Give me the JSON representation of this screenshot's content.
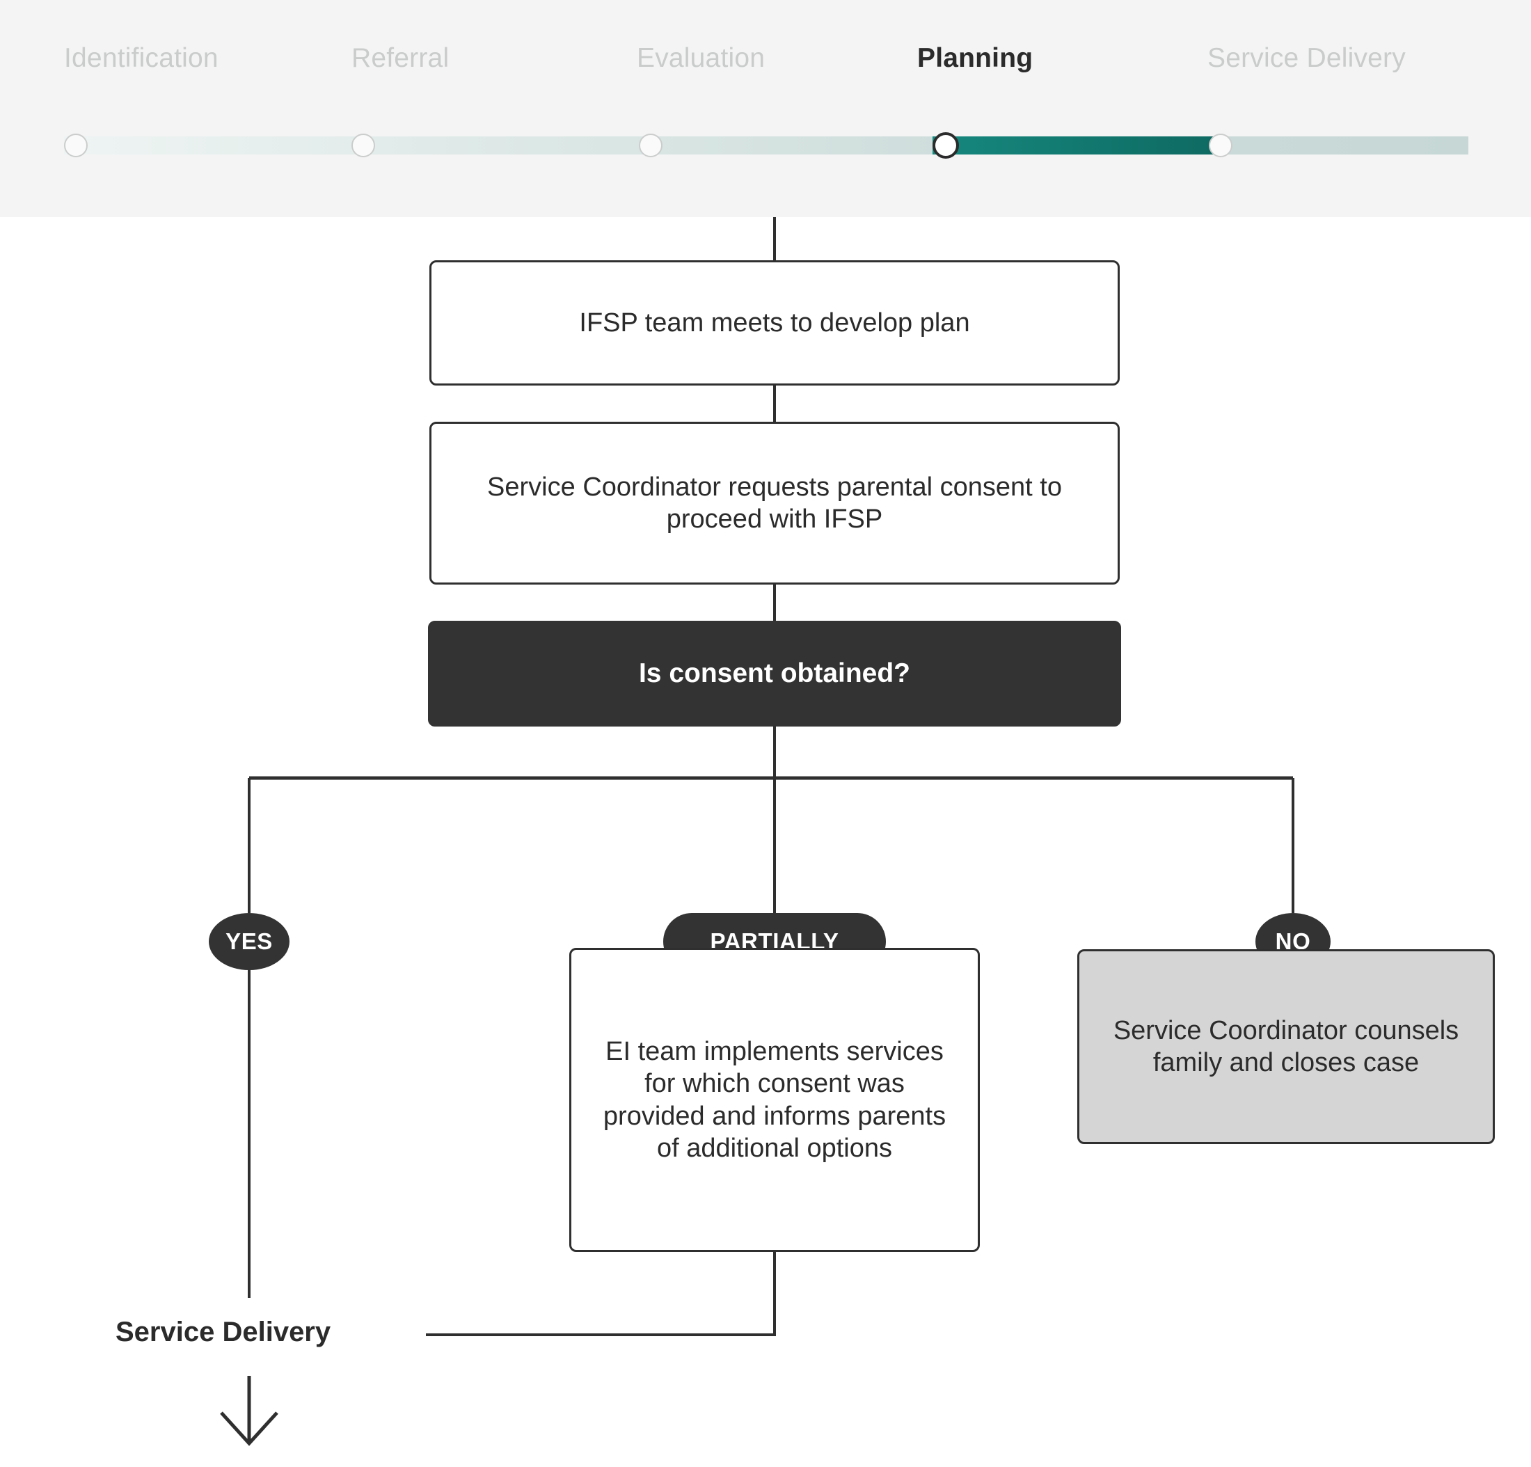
{
  "stepper": {
    "steps": [
      {
        "label": "Identification",
        "state": "upcoming"
      },
      {
        "label": "Referral",
        "state": "upcoming"
      },
      {
        "label": "Evaluation",
        "state": "upcoming"
      },
      {
        "label": "Planning",
        "state": "active"
      },
      {
        "label": "Service Delivery",
        "state": "upcoming"
      }
    ],
    "active_index": 3,
    "colors": {
      "band_background": "#f4f4f4",
      "track_inactive": "#d2e0de",
      "track_active_start": "#16887e",
      "track_active_end": "#0e6a62",
      "label_inactive": "#c9cccb",
      "label_active": "#2b2b2b"
    }
  },
  "flowchart": {
    "type": "decision-flow",
    "nodes": {
      "step1": {
        "text": "IFSP team meets to develop plan",
        "kind": "process"
      },
      "step2": {
        "text": "Service Coordinator requests parental consent to proceed with IFSP",
        "kind": "process"
      },
      "decision": {
        "text": "Is consent obtained?",
        "kind": "decision"
      },
      "partially_outcome": {
        "text": "EI team implements services for which consent was provided and informs parents of additional options",
        "kind": "process"
      },
      "no_outcome": {
        "text": "Service Coordinator counsels family and closes case",
        "kind": "terminal"
      }
    },
    "branches": [
      {
        "label": "YES",
        "shape": "circle"
      },
      {
        "label": "PARTIALLY",
        "shape": "pill"
      },
      {
        "label": "NO",
        "shape": "circle"
      }
    ],
    "endpoint": {
      "label": "Service Delivery",
      "arrow": "down-arrow-icon"
    },
    "colors": {
      "node_border": "#2f2f2f",
      "node_fill": "#ffffff",
      "decision_fill": "#333333",
      "decision_text": "#ffffff",
      "terminal_fill": "#d5d5d5",
      "pill_fill": "#333333",
      "connector": "#2f2f2f"
    }
  }
}
